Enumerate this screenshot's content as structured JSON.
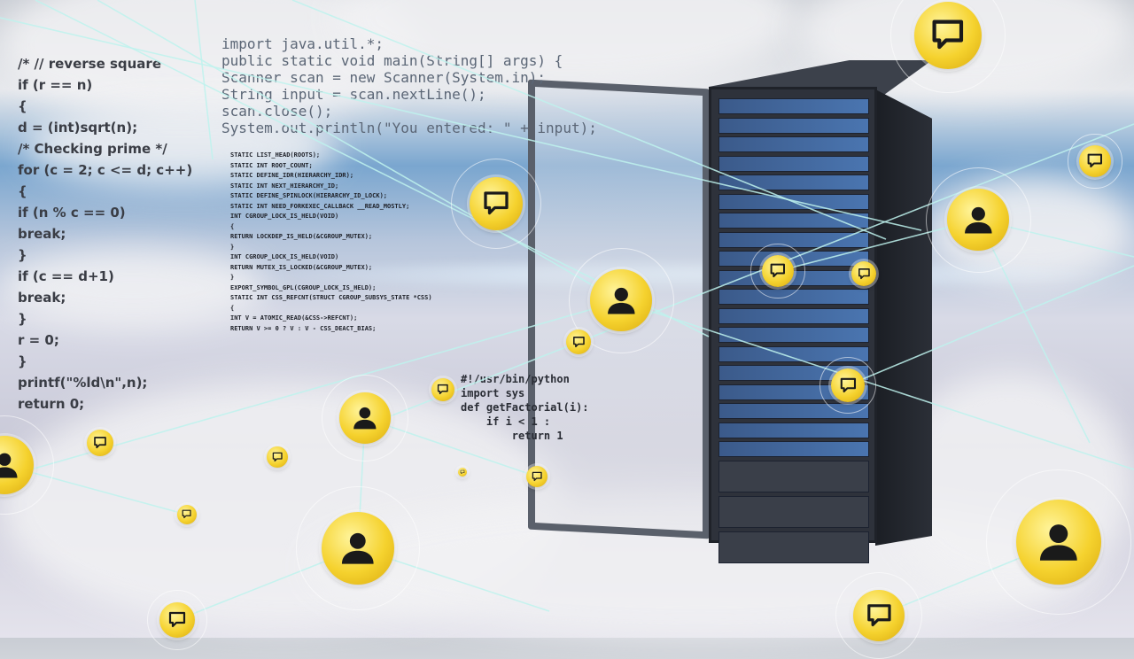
{
  "colors": {
    "node_fill": "#f5d22e",
    "icon_ink": "#1a1a1a",
    "link_line": "#bff3ee",
    "rack_led": "#4a75b0"
  },
  "code_left": [
    "/* // reverse square",
    "if (r == n)",
    "{",
    "d = (int)sqrt(n);",
    "/* Checking prime */",
    "for (c = 2; c <= d; c++)",
    "{",
    "if (n % c == 0)",
    "break;",
    "}",
    "if (c == d+1)",
    "break;",
    "}",
    "r = 0;",
    "}",
    "printf(\"%ld\\n\",n);",
    "return 0;"
  ],
  "code_java": [
    "import java.util.*;",
    "public static void main(String[] args) {",
    "Scanner scan = new Scanner(System.in);",
    "String input = scan.nextLine();",
    "scan.close();",
    "System.out.println(\"You entered: \" + input);"
  ],
  "code_kernel": [
    "STATIC LIST_HEAD(ROOTS);",
    "STATIC INT ROOT_COUNT;",
    "",
    "STATIC DEFINE_IDR(HIERARCHY_IDR);",
    "STATIC INT NEXT_HIERARCHY_ID;",
    "STATIC DEFINE_SPINLOCK(HIERARCHY_ID_LOCK);",
    "",
    "STATIC INT NEED_FORKEXEC_CALLBACK __READ_MOSTLY;",
    "INT CGROUP_LOCK_IS_HELD(VOID)",
    "{",
    "RETURN LOCKDEP_IS_HELD(&CGROUP_MUTEX);",
    "}",
    "INT CGROUP_LOCK_IS_HELD(VOID)",
    "RETURN MUTEX_IS_LOCKED(&CGROUP_MUTEX);",
    "}",
    "EXPORT_SYMBOL_GPL(CGROUP_LOCK_IS_HELD);",
    "STATIC INT CSS_REFCNT(STRUCT CGROUP_SUBSYS_STATE *CSS)",
    "{",
    "INT V = ATOMIC_READ(&CSS->REFCNT);",
    "RETURN V >= 0 ? V : V - CSS_DEACT_BIAS;"
  ],
  "code_python": [
    "#!/usr/bin/python",
    "import sys",
    "def getFactorial(i):",
    "    if i < 1 :",
    "        return 1"
  ]
}
